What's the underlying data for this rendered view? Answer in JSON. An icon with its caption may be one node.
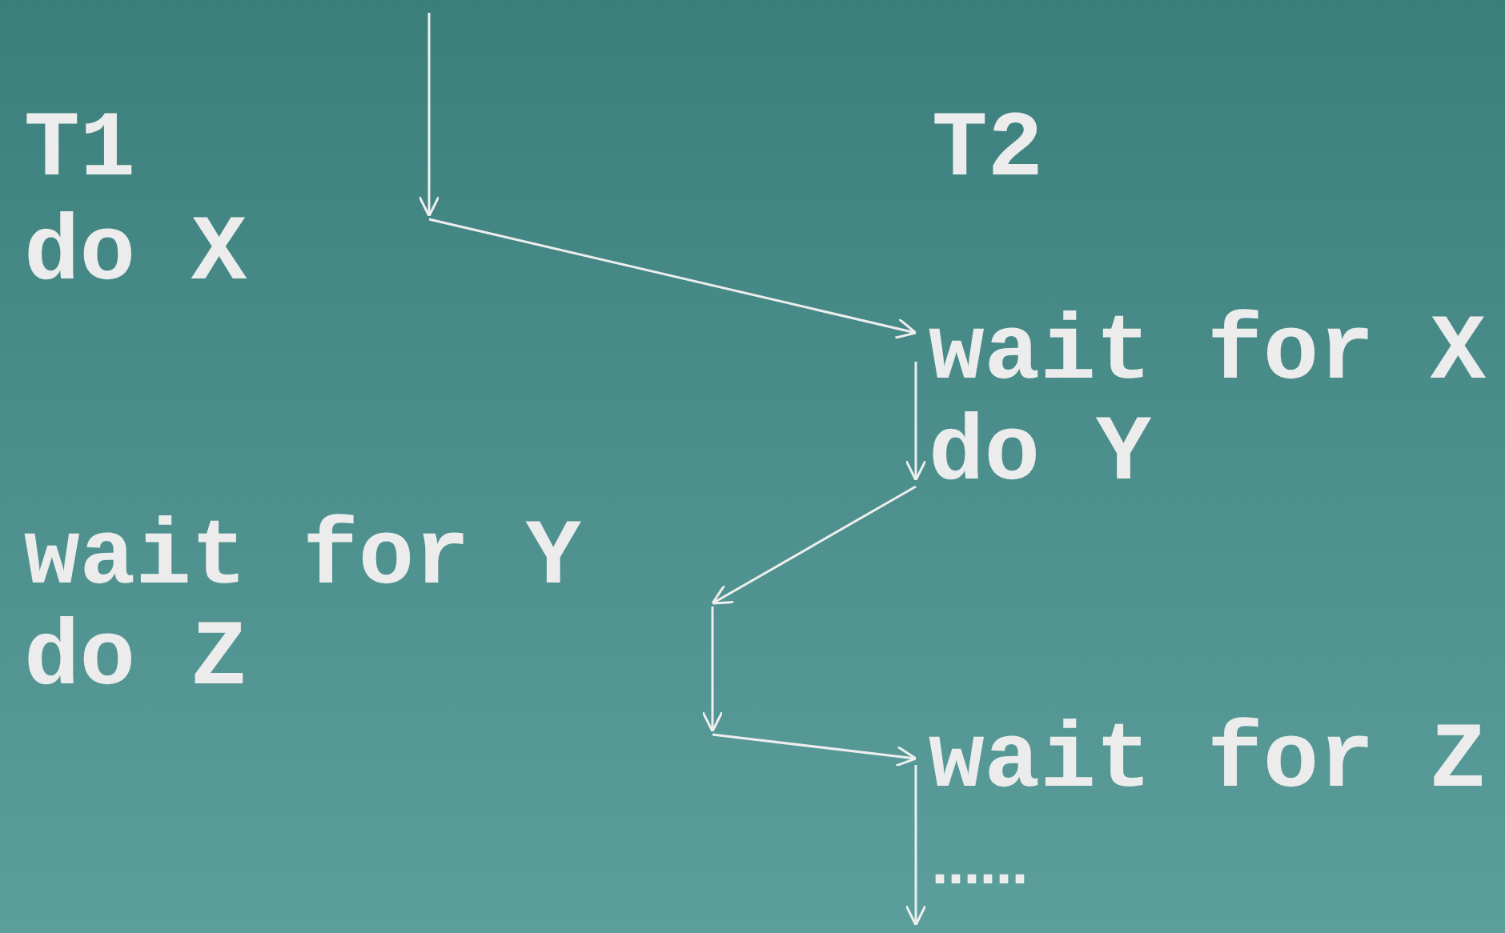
{
  "diagram": {
    "nodes": [
      {
        "text": [
          "T1"
        ]
      },
      {
        "text": [
          "do X"
        ]
      },
      {
        "text": [
          "T2"
        ]
      },
      {
        "text": [
          "wait for X"
        ]
      },
      {
        "text": [
          "do Y"
        ]
      },
      {
        "text": [
          "wait for Y"
        ]
      },
      {
        "text": [
          "do Z"
        ]
      },
      {
        "text": [
          "wait for Z"
        ]
      },
      {
        "text": [
          "……"
        ]
      }
    ],
    "edges": [
      {
        "from": null,
        "to": 3,
        "arrow": "to"
      },
      {
        "from": 3,
        "to": 4,
        "arrow": "to"
      },
      {
        "from": 4,
        "to": 5,
        "arrow": "to"
      },
      {
        "from": null,
        "to": 7,
        "arrow": "to"
      },
      {
        "from": 7,
        "to": 8,
        "arrow": "to"
      }
    ]
  }
}
